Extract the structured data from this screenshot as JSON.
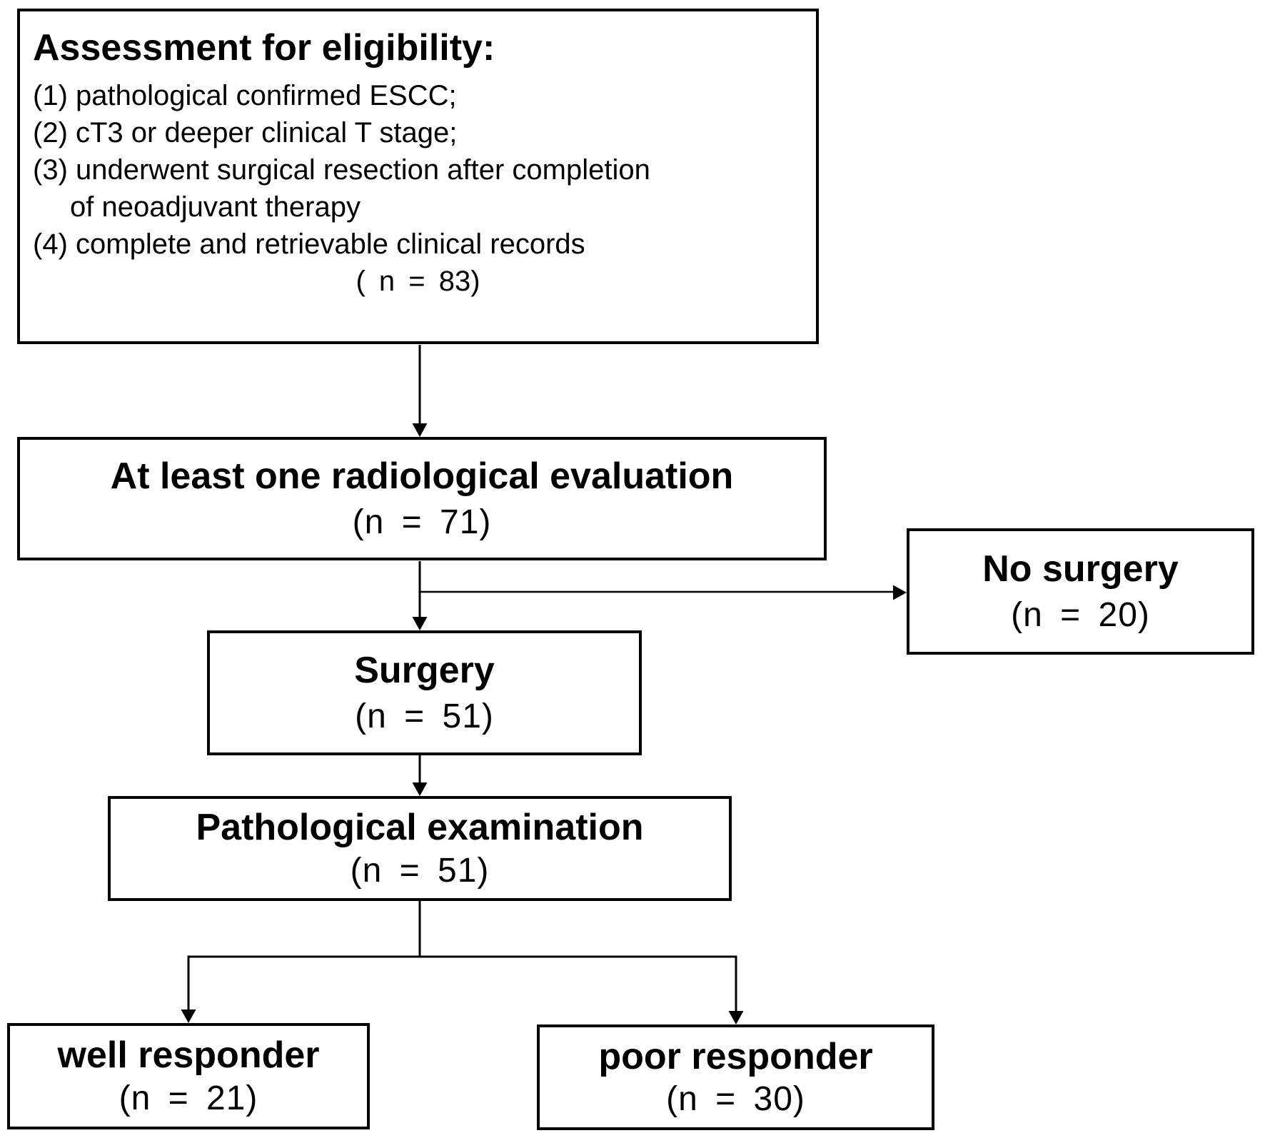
{
  "page": {
    "background_color": "#ffffff",
    "line_color": "#000000",
    "text_color": "#000000"
  },
  "flowchart": {
    "eligibility": {
      "title": "Assessment for eligibility:",
      "criteria": [
        "(1) pathological confirmed ESCC;",
        "(2) cT3 or deeper clinical T stage;",
        "(3) underwent surgical resection after completion",
        "of neoadjuvant therapy",
        "(4) complete and retrievable clinical records"
      ],
      "n_label": "( n = 83)",
      "n_value": 83
    },
    "radiological_evaluation": {
      "title": "At least one radiological evaluation",
      "n_label": "(n = 71)",
      "n_value": 71
    },
    "no_surgery": {
      "title": "No surgery",
      "n_label": "(n = 20)",
      "n_value": 20
    },
    "surgery": {
      "title": "Surgery",
      "n_label": "(n = 51)",
      "n_value": 51
    },
    "pathological_examination": {
      "title": "Pathological examination",
      "n_label": "(n = 51)",
      "n_value": 51
    },
    "well_responder": {
      "title": "well responder",
      "n_label": "(n = 21)",
      "n_value": 21
    },
    "poor_responder": {
      "title": "poor responder",
      "n_label": "(n = 30)",
      "n_value": 30
    }
  }
}
